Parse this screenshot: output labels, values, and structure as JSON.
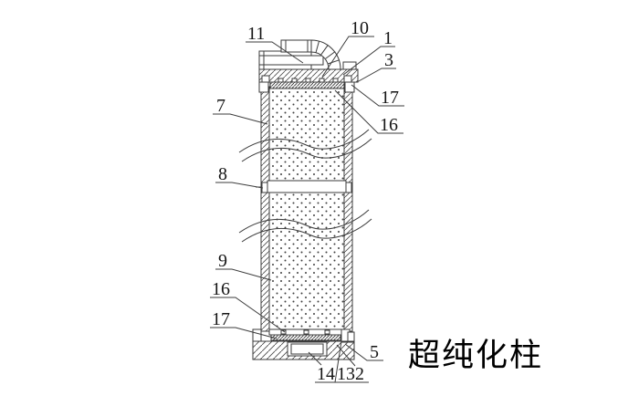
{
  "figure": {
    "title": "超纯化柱",
    "labels": {
      "l11": "11",
      "l10": "10",
      "l1": "1",
      "l3": "3",
      "l17_top": "17",
      "l16_top": "16",
      "l7": "7",
      "l8": "8",
      "l9": "9",
      "l16_bottom": "16",
      "l17_bottom": "17",
      "l5": "5",
      "l14": "14",
      "l13": "13",
      "l2": "2"
    },
    "colors": {
      "line": "#3b3b3b",
      "background": "#ffffff",
      "text": "#111111"
    }
  }
}
